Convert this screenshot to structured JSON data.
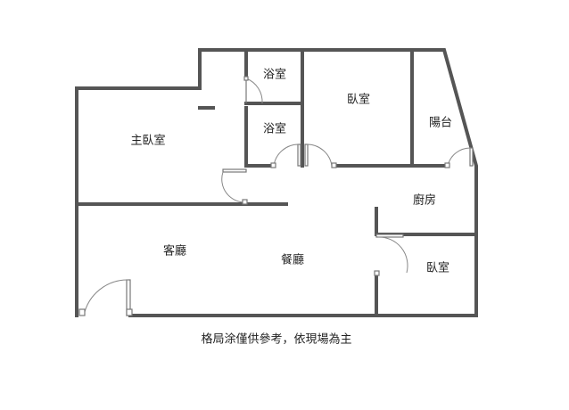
{
  "rooms": {
    "master_bedroom": "主臥室",
    "bathroom_top": "浴室",
    "bathroom_bottom": "浴室",
    "bedroom_top": "臥室",
    "balcony": "陽台",
    "kitchen": "廚房",
    "living_room": "客廳",
    "dining_room": "餐廳",
    "bedroom_bottom": "臥室"
  },
  "caption": "格局涂僅供參考，依現場為主",
  "colors": {
    "wall": "#555555",
    "door": "#777777",
    "text": "#222222"
  }
}
